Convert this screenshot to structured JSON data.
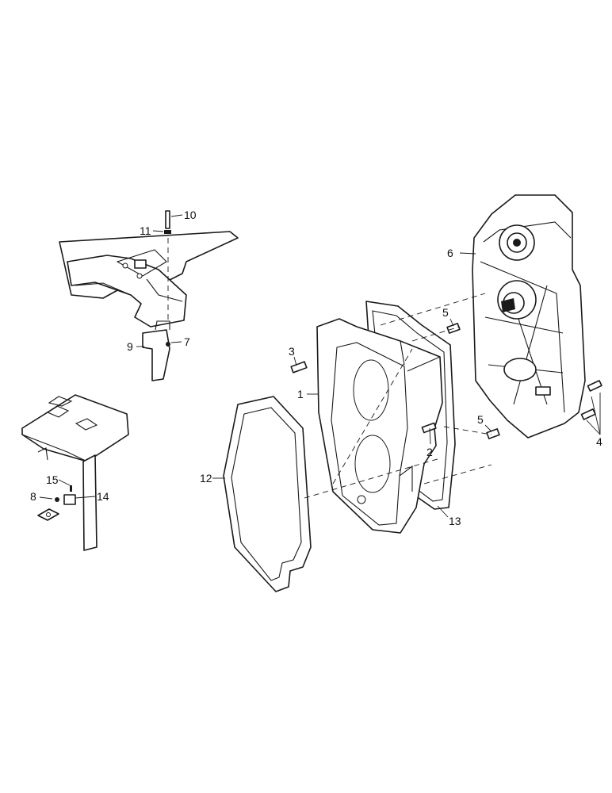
{
  "callouts": {
    "c1": "1",
    "c2": "2",
    "c3": "3",
    "c4": "4",
    "c5a": "5",
    "c5b": "5",
    "c6": "6",
    "c7": "7",
    "c8": "8",
    "c9": "9",
    "c10": "10",
    "c11": "11",
    "c12": "12",
    "c13": "13",
    "c14": "14",
    "c15": "15"
  },
  "colors": {
    "line": "#1a1a1a",
    "background": "#ffffff"
  }
}
